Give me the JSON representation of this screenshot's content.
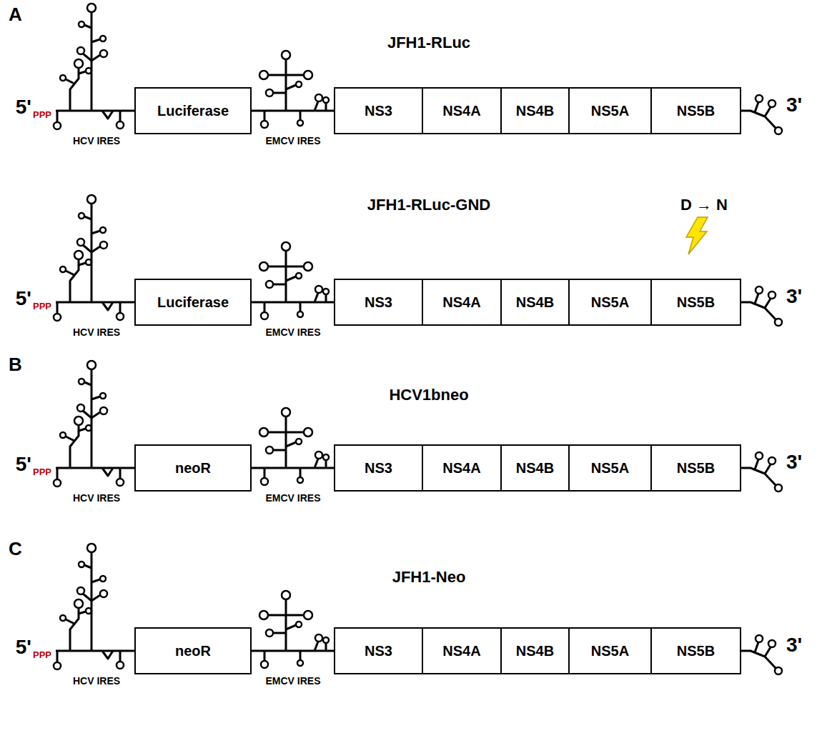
{
  "diagram": {
    "nodes": [
      {
        "text": [
          "Luciferase"
        ]
      },
      {
        "text": [
          "NS3"
        ]
      },
      {
        "text": [
          "NS4A"
        ]
      },
      {
        "text": [
          "NS4B"
        ]
      },
      {
        "text": [
          "NS5A"
        ]
      },
      {
        "text": [
          "NS5B"
        ]
      },
      {
        "text": [
          "Luciferase"
        ]
      },
      {
        "text": [
          "NS3"
        ]
      },
      {
        "text": [
          "NS4A"
        ]
      },
      {
        "text": [
          "NS4B"
        ]
      },
      {
        "text": [
          "NS5A"
        ]
      },
      {
        "text": [
          "NS5B"
        ]
      },
      {
        "text": [
          "neoR"
        ]
      },
      {
        "text": [
          "NS3"
        ]
      },
      {
        "text": [
          "NS4A"
        ]
      },
      {
        "text": [
          "NS4B"
        ]
      },
      {
        "text": [
          "NS5A"
        ]
      },
      {
        "text": [
          "NS5B"
        ]
      },
      {
        "text": [
          "neoR"
        ]
      },
      {
        "text": [
          "NS3"
        ]
      },
      {
        "text": [
          "NS4A"
        ]
      },
      {
        "text": [
          "NS4B"
        ]
      },
      {
        "text": [
          "NS5A"
        ]
      },
      {
        "text": [
          "NS5B"
        ]
      }
    ],
    "edges": [
      {
        "from": 0,
        "to": 1,
        "arrow": "none"
      },
      {
        "from": 6,
        "to": 7,
        "arrow": "none"
      },
      {
        "from": 12,
        "to": 13,
        "arrow": "none"
      },
      {
        "from": 18,
        "to": 19,
        "arrow": "none"
      }
    ],
    "labels": [
      "A",
      "JFH1-RLuc",
      "5'",
      "PPP",
      "HCV IRES",
      "EMCV IRES",
      "3'",
      "JFH1-RLuc-GND",
      "D → N",
      "5'",
      "PPP",
      "HCV IRES",
      "EMCV IRES",
      "3'",
      "B",
      "HCV1bneo",
      "5'",
      "PPP",
      "HCV IRES",
      "EMCV IRES",
      "3'",
      "C",
      "JFH1-Neo",
      "5'",
      "PPP",
      "HCV IRES",
      "EMCV IRES",
      "3'"
    ]
  }
}
